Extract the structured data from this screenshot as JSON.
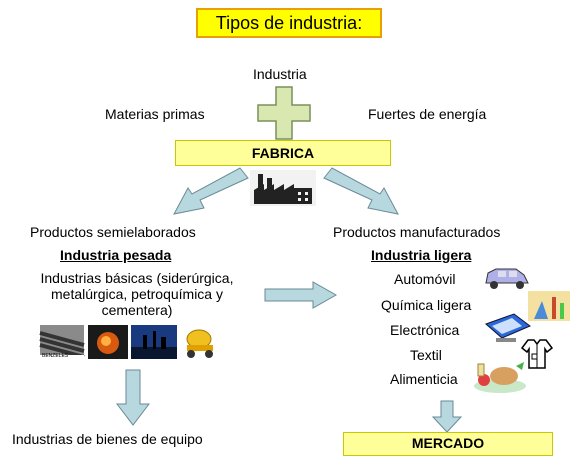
{
  "title": "Tipos de industria:",
  "top": {
    "industria": "Industria",
    "materias": "Materias primas",
    "fuentes": "Fuertes de energía"
  },
  "fabrica": "FABRICA",
  "left": {
    "productos": "Productos semielaborados",
    "heading": "Industria pesada",
    "basicas": [
      "Industrias básicas (siderúrgica,",
      "metalúrgica, petroquímica y",
      "cementera)"
    ],
    "photo_caption": "BENZELES",
    "bottom": "Industrias de bienes de equipo"
  },
  "right": {
    "productos": "Productos manufacturados",
    "heading": "Industria ligera",
    "items": [
      "Automóvil",
      "Química ligera",
      "Electrónica",
      "Textil",
      "Alimenticia"
    ]
  },
  "mercado": "MERCADO",
  "colors": {
    "title_bg": "#ffff00",
    "title_border": "#e8a000",
    "box_bg": "#ffff99",
    "plus": "#d8e8b0",
    "arrow": "#b8d8e0"
  }
}
